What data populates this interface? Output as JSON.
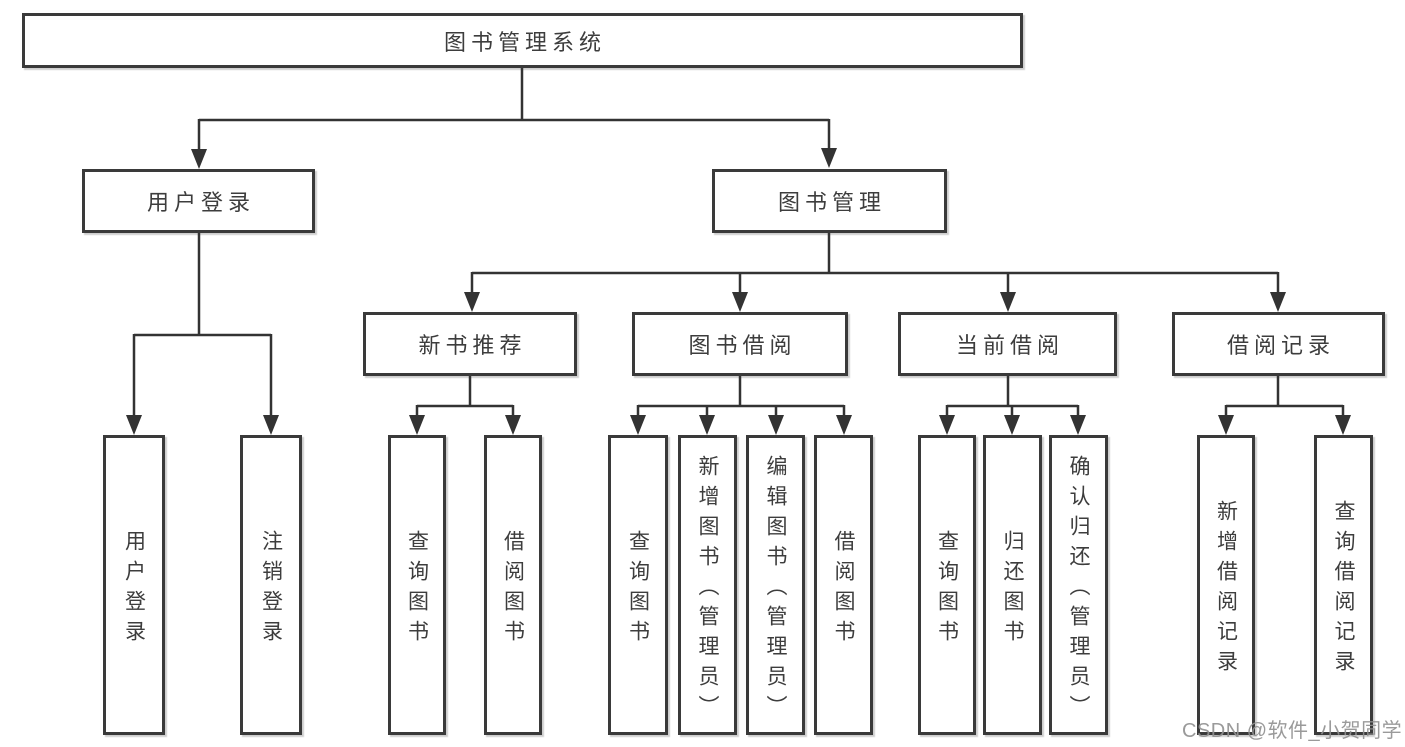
{
  "diagram": {
    "type": "tree",
    "tree": {
      "root": {
        "label": "图书管理系统",
        "children": [
          {
            "label": "用户登录",
            "children": [
              {
                "label": "用户登录"
              },
              {
                "label": "注销登录"
              }
            ]
          },
          {
            "label": "图书管理",
            "children": [
              {
                "label": "新书推荐",
                "children": [
                  {
                    "label": "查询图书"
                  },
                  {
                    "label": "借阅图书"
                  }
                ]
              },
              {
                "label": "图书借阅",
                "children": [
                  {
                    "label": "查询图书"
                  },
                  {
                    "label": "新增图书（管理员）"
                  },
                  {
                    "label": "编辑图书（管理员）"
                  },
                  {
                    "label": "借阅图书"
                  }
                ]
              },
              {
                "label": "当前借阅",
                "children": [
                  {
                    "label": "查询图书"
                  },
                  {
                    "label": "归还图书"
                  },
                  {
                    "label": "确认归还（管理员）"
                  }
                ]
              },
              {
                "label": "借阅记录",
                "children": [
                  {
                    "label": "新增借阅记录"
                  },
                  {
                    "label": "查询借阅记录"
                  }
                ]
              }
            ]
          }
        ]
      }
    },
    "colors": {
      "line": "#333333",
      "box_border": "#3a3a3a",
      "text": "#3d3d3d",
      "background": "#ffffff",
      "watermark": "#919191"
    }
  },
  "watermark": {
    "text": "CSDN @软件_小贺同学"
  }
}
